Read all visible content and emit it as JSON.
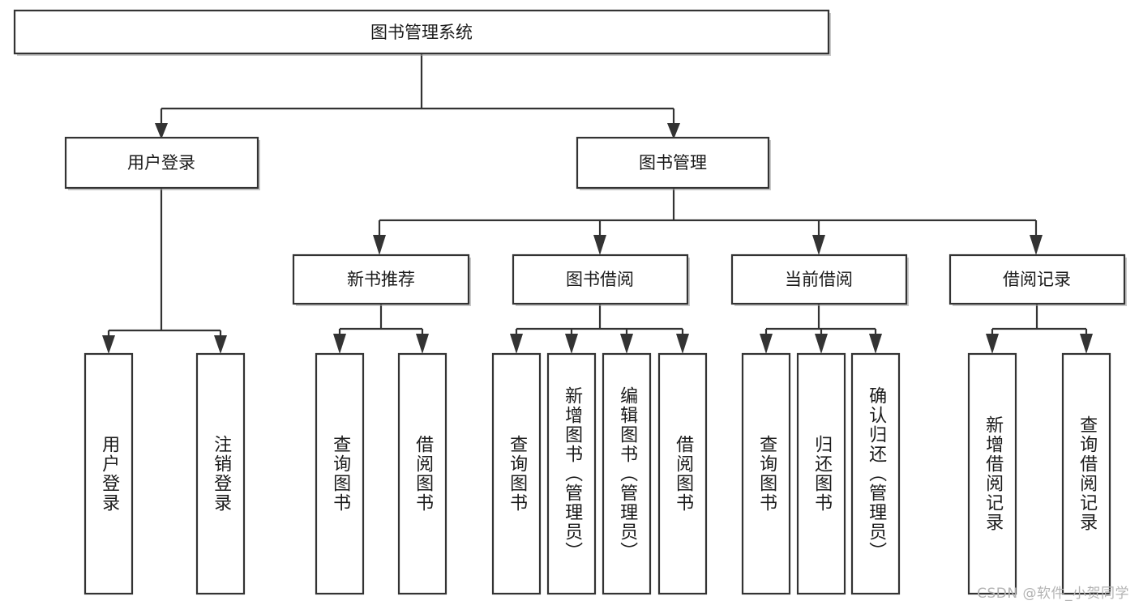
{
  "diagram": {
    "kind": "tree-hierarchy",
    "title": "图书管理系统",
    "root": {
      "label": "图书管理系统",
      "orientation": "horizontal"
    },
    "level2": [
      {
        "label": "用户登录",
        "orientation": "horizontal"
      },
      {
        "label": "图书管理",
        "orientation": "horizontal"
      }
    ],
    "level3": [
      {
        "label": "新书推荐",
        "orientation": "horizontal"
      },
      {
        "label": "图书借阅",
        "orientation": "horizontal"
      },
      {
        "label": "当前借阅",
        "orientation": "horizontal"
      },
      {
        "label": "借阅记录",
        "orientation": "horizontal"
      }
    ],
    "leaves": {
      "user_login": [
        {
          "label": "用户登录",
          "orientation": "vertical"
        },
        {
          "label": "注销登录",
          "orientation": "vertical"
        }
      ],
      "new_book_recommend": [
        {
          "label": "查询图书",
          "orientation": "vertical"
        },
        {
          "label": "借阅图书",
          "orientation": "vertical"
        }
      ],
      "book_borrow": [
        {
          "label": "查询图书",
          "orientation": "vertical"
        },
        {
          "label": "新增图书（管理员）",
          "orientation": "vertical"
        },
        {
          "label": "编辑图书（管理员）",
          "orientation": "vertical"
        },
        {
          "label": "借阅图书",
          "orientation": "vertical"
        }
      ],
      "current_borrow": [
        {
          "label": "查询图书",
          "orientation": "vertical"
        },
        {
          "label": "归还图书",
          "orientation": "vertical"
        },
        {
          "label": "确认归还（管理员）",
          "orientation": "vertical"
        }
      ],
      "borrow_record": [
        {
          "label": "新增借阅记录",
          "orientation": "vertical"
        },
        {
          "label": "查询借阅记录",
          "orientation": "vertical"
        }
      ]
    },
    "colors": {
      "box_fill": "#ffffff",
      "box_stroke": "#333333",
      "text": "#1b1b1b",
      "background": "#ffffff",
      "watermark": "#b3b3b3"
    }
  },
  "watermark": {
    "text": "CSDN @软件_小贺同学"
  }
}
